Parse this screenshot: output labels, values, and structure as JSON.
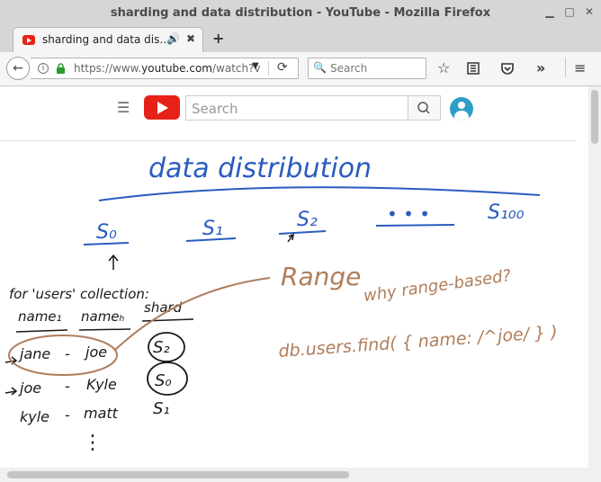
{
  "window": {
    "title": "sharding and data distribution - YouTube - Mozilla Firefox"
  },
  "tab": {
    "label": "sharding and data dis…"
  },
  "navbar": {
    "url_prefix": "https://www.",
    "url_domain": "youtube.com",
    "url_suffix": "/watch?v",
    "search_placeholder": "Search"
  },
  "youtube": {
    "search_placeholder": "Search"
  },
  "video": {
    "whiteboard": {
      "title": "data distribution",
      "shards": [
        "S₀",
        "S₁",
        "S₂",
        "• • •",
        "S₁₀₀"
      ],
      "collection_heading": "for 'users' collection:",
      "columns": [
        "name₁",
        "nameₕ",
        "shard"
      ],
      "rows": [
        [
          "jane",
          "-",
          "joe",
          "S₂"
        ],
        [
          "joe",
          "-",
          "Kyle",
          "S₀"
        ],
        [
          "kyle",
          "-",
          "matt",
          "S₁"
        ]
      ],
      "ellipsis": "⋮",
      "range_label": "Range",
      "question": "why range-based?",
      "query": "db.users.find( { name: /^joe/ } )"
    }
  },
  "colors": {
    "ink_blue": "#2a5cc0",
    "ink_brown": "#b07d5a",
    "ink_black": "#1a1a1a"
  }
}
